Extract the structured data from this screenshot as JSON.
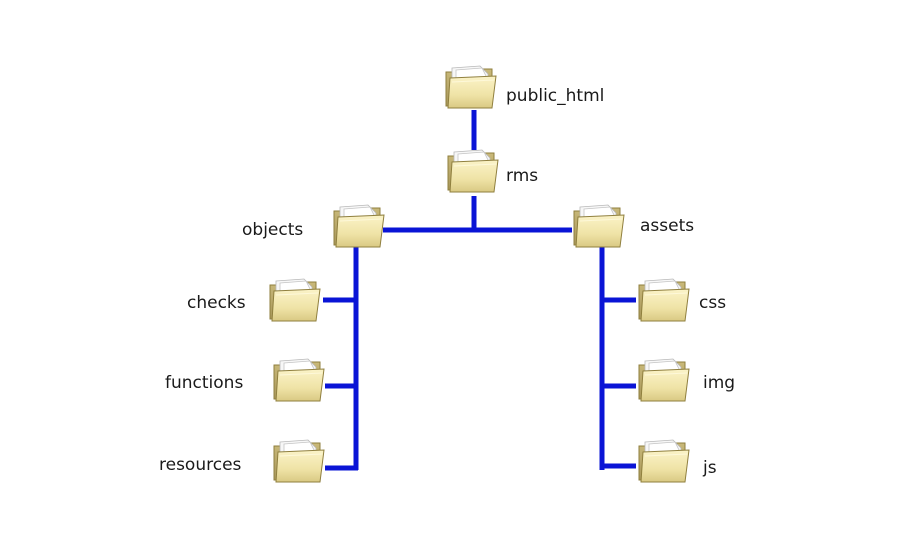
{
  "colors": {
    "connector": "#0a14d6",
    "folder_back": "#c9b97a",
    "folder_front": "#efe3a6",
    "folder_edge": "#8f7f3e",
    "paper": "#f7f7f7"
  },
  "tree": {
    "root": {
      "name": "public_html",
      "icon": "folder-icon"
    },
    "rms": {
      "name": "rms",
      "icon": "folder-icon"
    },
    "objects": {
      "name": "objects",
      "icon": "folder-icon",
      "children": [
        {
          "name": "checks",
          "icon": "folder-icon"
        },
        {
          "name": "functions",
          "icon": "folder-icon"
        },
        {
          "name": "resources",
          "icon": "folder-icon"
        }
      ]
    },
    "assets": {
      "name": "assets",
      "icon": "folder-icon",
      "children": [
        {
          "name": "css",
          "icon": "folder-icon"
        },
        {
          "name": "img",
          "icon": "folder-icon"
        },
        {
          "name": "js",
          "icon": "folder-icon"
        }
      ]
    }
  }
}
